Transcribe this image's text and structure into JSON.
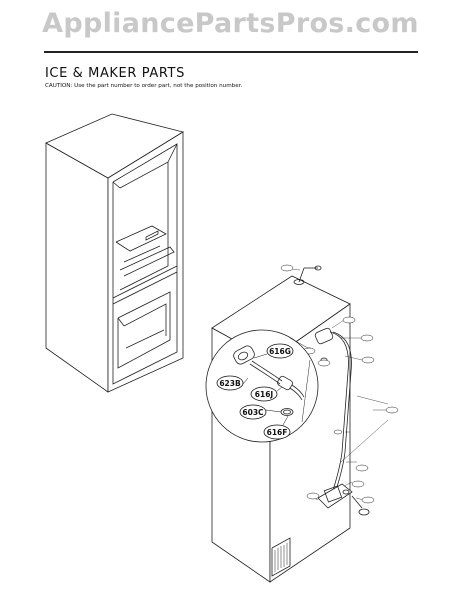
{
  "watermark": "AppliancePartsPros.com",
  "header": {
    "title": "ICE & MAKER PARTS",
    "caution": "CAUTION: Use the part number to order part, not the position number."
  },
  "callouts": {
    "c616G": "616G",
    "c623B": "623B",
    "c616J": "616J",
    "c603C": "603C",
    "c616F": "616F"
  }
}
